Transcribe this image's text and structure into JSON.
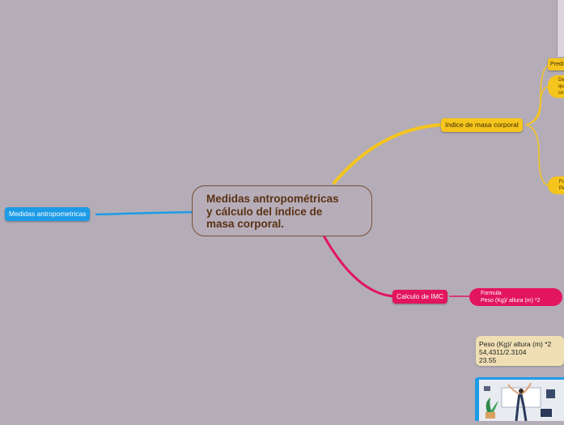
{
  "central": {
    "line1": "Medidas antropométricas",
    "line2": "y cálculo del índice de",
    "line3": "masa corporal."
  },
  "left": {
    "medidas": "Medidas antropometricas"
  },
  "upper": {
    "imc_label": "Indice de masa corporal",
    "pred_partial": "Predi",
    "de_partial": [
      "De",
      "qu",
      "co"
    ],
    "fo_partial": [
      "Fo",
      "Pe"
    ]
  },
  "lower": {
    "calculo": "Calculo de IMC",
    "formula_title": "Formula",
    "formula_text": "Peso (Kg)/ altura (m) *2"
  },
  "note": {
    "line1": "Peso (Kg)/ altura (m) *2",
    "line2": "54,4311/2.3104",
    "line3": "23.55"
  },
  "colors": {
    "background": "#b4adb8",
    "central_text": "#5a3214",
    "blue": "#1d9be6",
    "yellow": "#f6c51d",
    "pink": "#e3155d",
    "note": "#f0dfb4"
  }
}
